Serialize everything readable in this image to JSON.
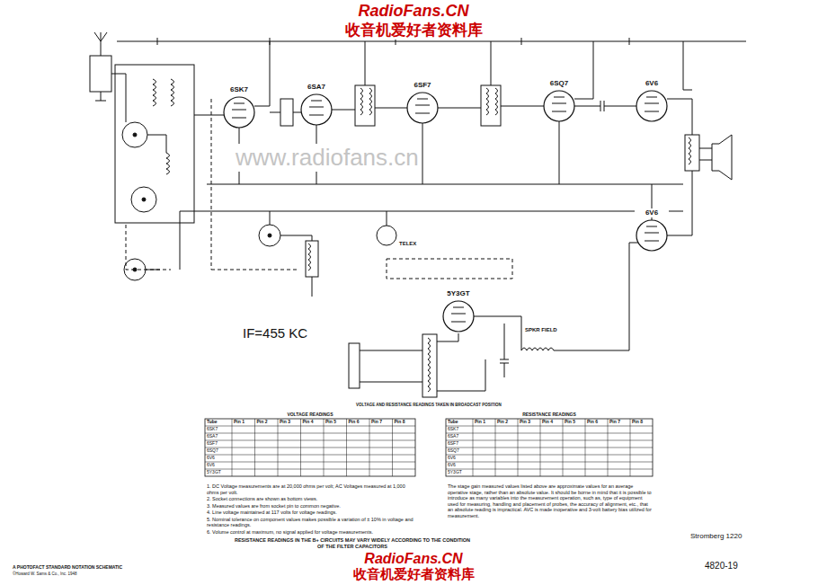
{
  "diagram": {
    "nodes": [
      {
        "text": [
          "6SK7"
        ]
      },
      {
        "text": [
          "6SA7"
        ]
      },
      {
        "text": [
          "6SF7"
        ]
      },
      {
        "text": [
          "6SQ7"
        ]
      },
      {
        "text": [
          "6V6"
        ]
      },
      {
        "text": [
          "6V6"
        ]
      },
      {
        "text": [
          "5Y3GT"
        ]
      }
    ],
    "labels": [
      "RadioFans.CN",
      "收音机爱好者资料库",
      "www.radiofans.cn",
      "IF=455 KC",
      "TELEX",
      "SPKR FIELD",
      "VOLTAGE AND RESISTANCE READINGS TAKEN IN BROADCAST POSITION",
      "VOLTAGE READINGS",
      "RESISTANCE READINGS",
      "Tube",
      "Pin 1",
      "Pin 2",
      "Pin 3",
      "Pin 4",
      "Pin 5",
      "Pin 6",
      "Pin 7",
      "Pin 8",
      "6SK7",
      "6SA7",
      "6SF7",
      "6SQ7",
      "6V6",
      "6V6",
      "5Y3GT",
      "Tube",
      "Pin 1",
      "Pin 2",
      "Pin 3",
      "Pin 4",
      "Pin 5",
      "Pin 6",
      "Pin 7",
      "Pin 8",
      "6SK7",
      "6SA7",
      "6SF7",
      "6SQ7",
      "6V6",
      "6V6",
      "5Y3GT",
      "1. DC Voltage measurements are at 20,000 ohms per volt; AC Voltages measured at 1,000 ohms per volt.",
      "2. Socket connections are shown as bottom views.",
      "3. Measured values are from socket pin to common negative.",
      "4. Line voltage maintained at 117 volts for voltage readings.",
      "5. Nominal tolerance on component values makes possible a variation of ± 10% in voltage and resistance readings.",
      "6. Volume control at maximum, no signal applied for voltage measurements.",
      "The stage gain measured values listed above are approximate values for an average operative stage, rather than an absolute value. It should be borne in mind that it is possible to introduce as many variables into the measurement operation, such as, type of equipment used for measuring, handling and placement of probes, the accuracy of alignment, etc., that an absolute reading is impractical. AVC is made inoperative and 3-volt battery bias utilized for measurement.",
      "RESISTANCE READINGS IN THE B+ CIRCUITS MAY VARY WIDELY ACCORDING TO THE CONDITION OF THE FILTER CAPACITORS",
      "A PHOTOFACT STANDARD NOTATION SCHEMATIC",
      "©Howard W. Sams & Co., Inc. 1948",
      "Stromberg 1220",
      "4820-19",
      "RadioFans.CN",
      "收音机爱好者资料库"
    ]
  }
}
